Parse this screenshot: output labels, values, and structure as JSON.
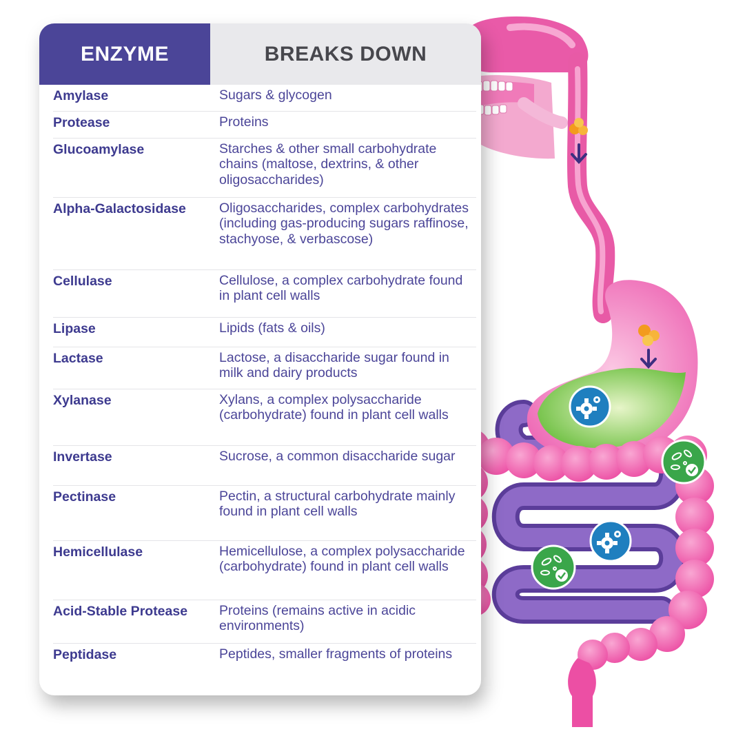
{
  "table": {
    "header_enzyme": "ENZYME",
    "header_breaks_down": "BREAKS DOWN",
    "rows": [
      {
        "enzyme": "Amylase",
        "breaks_down": "Sugars & glycogen"
      },
      {
        "enzyme": "Protease",
        "breaks_down": "Proteins"
      },
      {
        "enzyme": "Glucoamylase",
        "breaks_down": "Starches & other small carbohydrate chains (maltose, dextrins, & other oligosaccharides)"
      },
      {
        "enzyme": "Alpha-Galactosidase",
        "breaks_down": "Oligosaccharides, complex carbohydrates (including gas-producing sugars raffinose, stachyose, & verbascose)"
      },
      {
        "enzyme": "Cellulase",
        "breaks_down": "Cellulose, a complex carbohydrate found in plant cell walls"
      },
      {
        "enzyme": "Lipase",
        "breaks_down": "Lipids (fats & oils)"
      },
      {
        "enzyme": "Lactase",
        "breaks_down": "Lactose, a disaccharide sugar found in milk and dairy products"
      },
      {
        "enzyme": "Xylanase",
        "breaks_down": "Xylans, a complex polysaccharide (carbohydrate) found in plant cell walls"
      },
      {
        "enzyme": "Invertase",
        "breaks_down": "Sucrose, a common disaccharide sugar"
      },
      {
        "enzyme": "Pectinase",
        "breaks_down": "Pectin, a structural carbohydrate mainly found in plant cell walls"
      },
      {
        "enzyme": "Hemicellulase",
        "breaks_down": "Hemicellulose, a complex polysaccharide (carbohydrate) found in plant cell walls"
      },
      {
        "enzyme": "Acid-Stable Protease",
        "breaks_down": "Proteins (remains active in acidic environments)"
      },
      {
        "enzyme": "Peptidase",
        "breaks_down": "Peptides, smaller fragments of proteins"
      }
    ]
  },
  "illustration": {
    "subject": "digestive tract",
    "icons": [
      "gear-icon",
      "bacteria-check-icon",
      "food-particle-icon",
      "down-arrow-icon"
    ]
  },
  "colors": {
    "header_accent": "#4b4598",
    "header_gray": "#e9e9ec",
    "enzyme_text": "#3d3a8f",
    "esophagus_pink": "#ea5aa8",
    "colon_pink": "#ef4fa6",
    "small_intestine_purple": "#7b57b3",
    "stomach_acid_green": "#7fcc4f",
    "gear_blue": "#1f7fbf",
    "bacteria_green": "#3aa64a"
  }
}
